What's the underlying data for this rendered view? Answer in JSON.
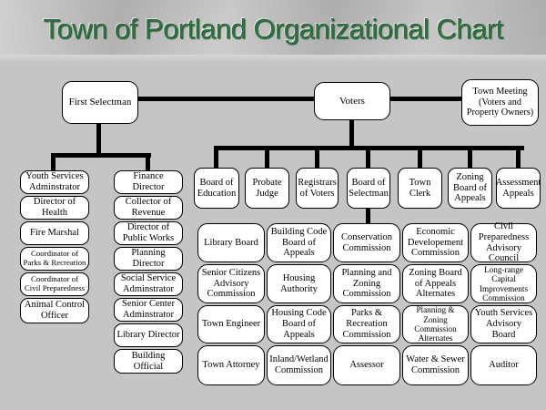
{
  "title": "Town of Portland Organizational Chart",
  "colors": {
    "line": "#000000",
    "box_background": "#ffffff",
    "box_border": "#000000",
    "canvas_background": "#c5c5c5",
    "title_green": "#2f7040"
  },
  "top_row": {
    "first_selectman": "First Selectman",
    "voters": "Voters",
    "town_meeting": "Town Meeting (Voters and Property Owners)"
  },
  "voters_children": [
    "Board of Education",
    "Probate Judge",
    "Registrars of Voters",
    "Board of Selectman",
    "Town Clerk",
    "Zoning Board of Appeals",
    "Assessment Appeals"
  ],
  "first_selectman_column_a": [
    "Youth Services Adminstrator",
    "Director of Health",
    "Fire Marshal",
    "Coordinator of Parks & Recreation",
    "Coordinator of Civil Preparedness",
    "Animal Control Officer"
  ],
  "first_selectman_column_b": [
    "Finance Director",
    "Collector of Revenue",
    "Director of Public Works",
    "Planning Director",
    "Social Service Adminstrator",
    "Senior Center Adminstrator",
    "Library Director",
    "Building Official"
  ],
  "selectman_boards_grid": {
    "rows": [
      [
        "Library Board",
        "Building Code Board of Appeals",
        "Conservation Commission",
        "Economic Developement Commission",
        "Civil Preparedness Advisory Council"
      ],
      [
        "Senior Citizens Advisory Commission",
        "Housing Authority",
        "Planning and Zoning Commission",
        "Zoning Board of Appeals Alternates",
        "Long-range Capital Improvements Commission"
      ],
      [
        "Town Engineer",
        "Housing Code Board of Appeals",
        "Parks & Recreation Commission",
        "Planning & Zoning Commission Alternates",
        "Youth Services Advisory Board"
      ],
      [
        "Town Attorney",
        "Inland/Wetland Commission",
        "Assessor",
        "Water & Sewer Commission",
        "Auditor"
      ]
    ]
  }
}
